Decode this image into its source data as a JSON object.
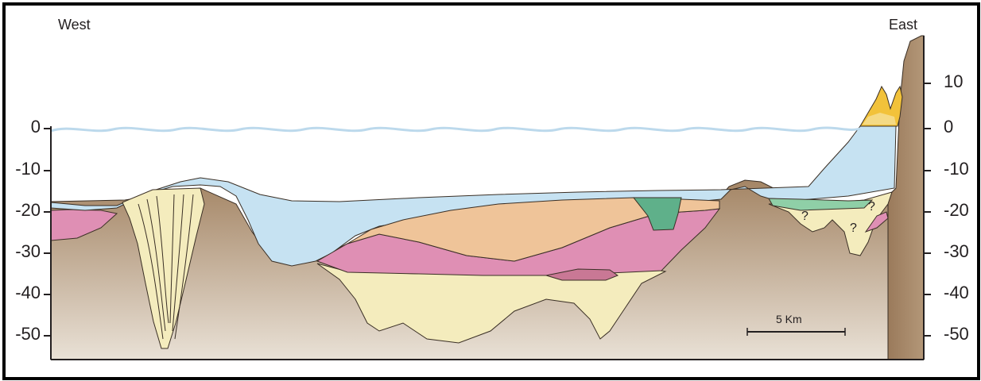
{
  "labels": {
    "west": "West",
    "east": "East"
  },
  "left_axis": [
    "0",
    "-10",
    "-20",
    "-30",
    "-40",
    "-50"
  ],
  "right_axis": [
    "10",
    "0",
    "-10",
    "-20",
    "-30",
    "-40",
    "-50"
  ],
  "scale_bar": "5 Km",
  "query_marks": [
    "?",
    "?",
    "?"
  ],
  "colors": {
    "water": "#c6e2f2",
    "sea_surface": "#bcd9ec",
    "pink": "#df8fb4",
    "orange": "#efc499",
    "yellow": "#f4ecbd",
    "green": "#5fb08a",
    "bedrock_top": "#a48565",
    "bedrock_bottom": "#e9e1d6",
    "gold": "#f2c23a"
  }
}
